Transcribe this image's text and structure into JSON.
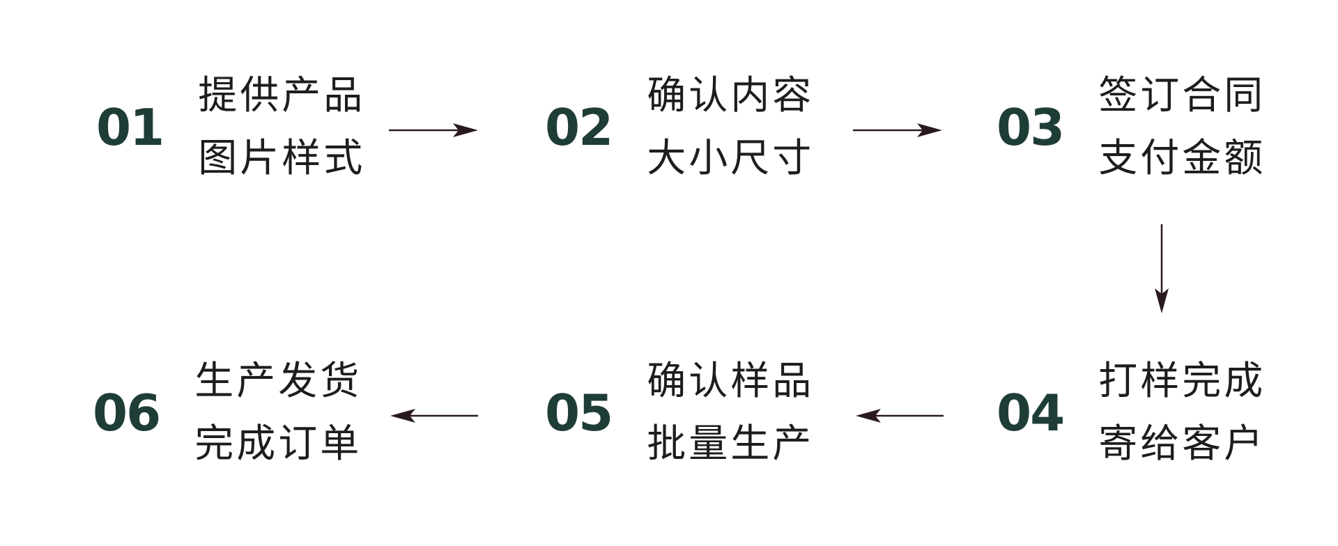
{
  "colors": {
    "number": "#1f3d37",
    "text": "#1d1d1d",
    "arrow": "#2a1a1e",
    "background": "#ffffff"
  },
  "steps": [
    {
      "number": "01",
      "line1": "提供产品",
      "line2": "图片样式"
    },
    {
      "number": "02",
      "line1": "确认内容",
      "line2": "大小尺寸"
    },
    {
      "number": "03",
      "line1": "签订合同",
      "line2": "支付金额"
    },
    {
      "number": "04",
      "line1": "打样完成",
      "line2": "寄给客户"
    },
    {
      "number": "05",
      "line1": "确认样品",
      "line2": "批量生产"
    },
    {
      "number": "06",
      "line1": "生产发货",
      "line2": "完成订单"
    }
  ],
  "flow": [
    {
      "from": "01",
      "to": "02",
      "direction": "right"
    },
    {
      "from": "02",
      "to": "03",
      "direction": "right"
    },
    {
      "from": "03",
      "to": "04",
      "direction": "down"
    },
    {
      "from": "04",
      "to": "05",
      "direction": "left"
    },
    {
      "from": "05",
      "to": "06",
      "direction": "left"
    }
  ]
}
